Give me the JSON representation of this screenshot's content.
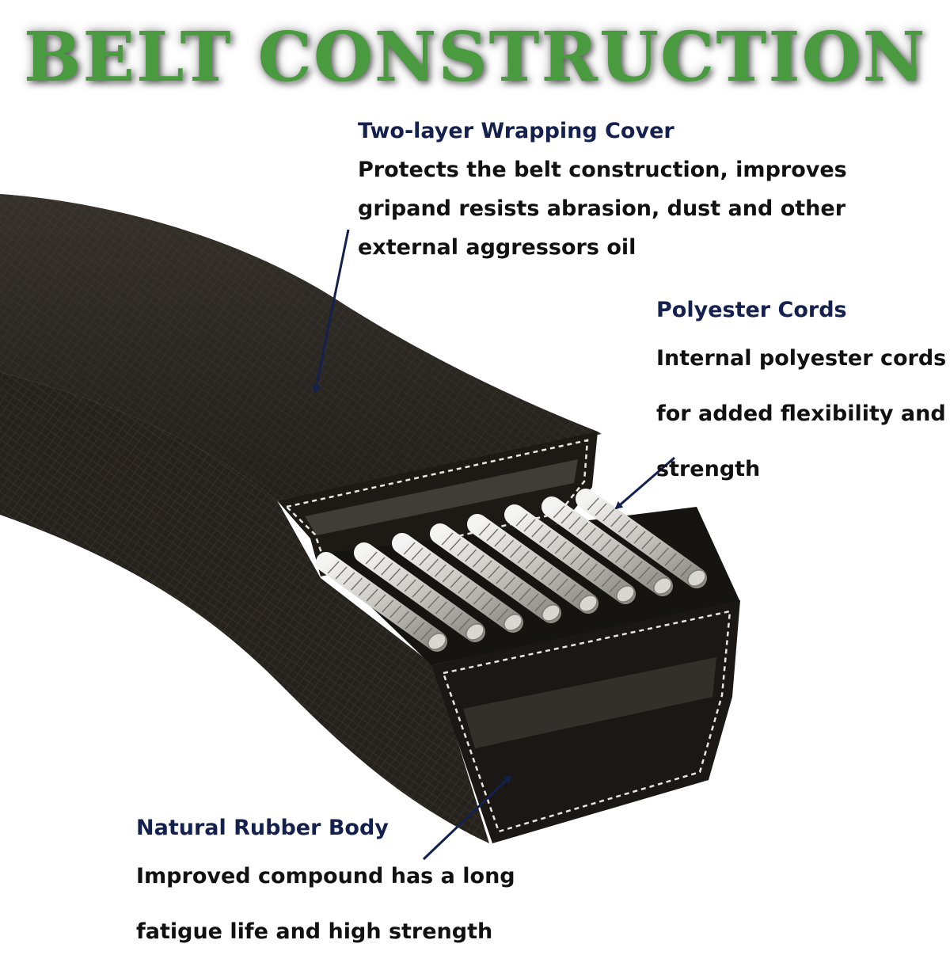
{
  "title": "BELT CONSTRUCTION",
  "callouts": {
    "cover": {
      "heading": "Two-layer Wrapping Cover",
      "lines": [
        "Protects the belt construction, improves",
        "gripand resists abrasion, dust and other",
        "external aggressors oil"
      ]
    },
    "cords": {
      "heading": "Polyester Cords",
      "lines": [
        "Internal polyester cords",
        "for added flexibility and",
        "strength"
      ]
    },
    "rubber": {
      "heading": "Natural Rubber Body",
      "lines": [
        "Improved compound has a long",
        "fatigue life and high strength"
      ]
    }
  },
  "colors": {
    "title": "#4a9a3f",
    "heading": "#14214f",
    "belt": "#2a2621",
    "arrow": "#14214f"
  }
}
